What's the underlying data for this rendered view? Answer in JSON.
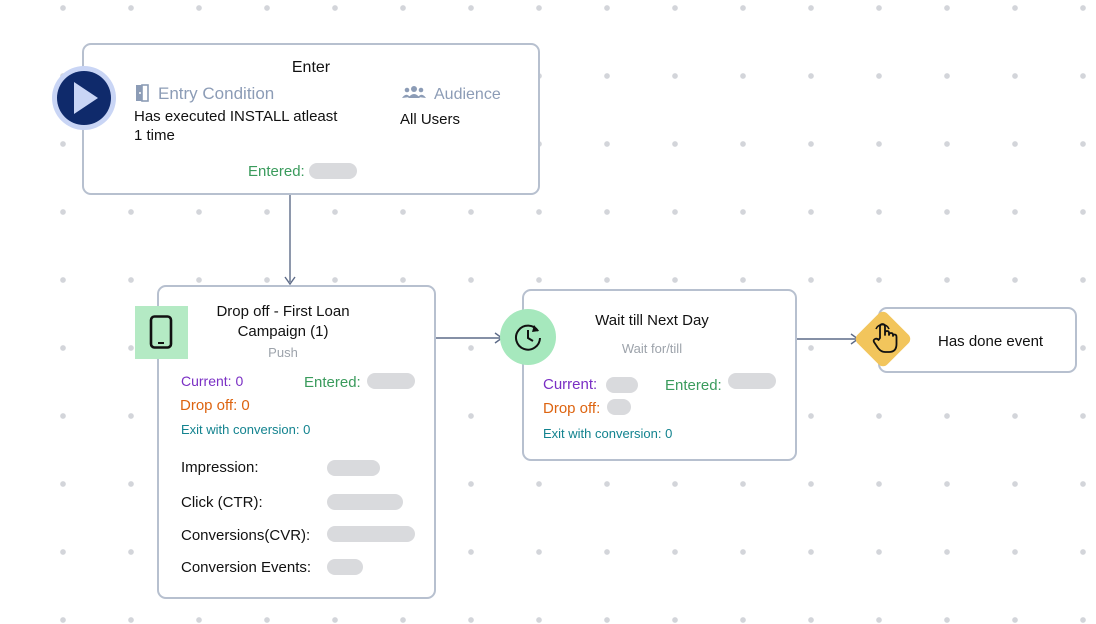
{
  "enter": {
    "title": "Enter",
    "entry_condition_label": "Entry Condition",
    "condition_line1": "Has executed INSTALL atleast",
    "condition_line2": "1 time",
    "audience_label": "Audience",
    "audience_value": "All Users",
    "entered_label": "Entered:"
  },
  "push": {
    "title_line1": "Drop off - First Loan",
    "title_line2": "Campaign (1)",
    "subtitle": "Push",
    "current_label": "Current: 0",
    "entered_label": "Entered:",
    "dropoff_label": "Drop off: 0",
    "exit_label": "Exit with conversion: 0",
    "impression_label": "Impression:",
    "click_label": "Click (CTR):",
    "conversions_label": "Conversions(CVR):",
    "conversion_events_label": "Conversion Events:"
  },
  "wait": {
    "title": "Wait till Next Day",
    "subtitle": "Wait for/till",
    "current_label": "Current:",
    "entered_label": "Entered:",
    "dropoff_label": "Drop off:",
    "exit_label": "Exit with conversion: 0"
  },
  "event": {
    "title": "Has done event"
  },
  "colors": {
    "play_button": "#0f2a6b",
    "play_ring": "#c9d5f5",
    "push_icon_bg": "#b4eac4",
    "wait_icon_bg": "#a6e8bd",
    "event_icon_bg": "#f2c55c",
    "entered_green": "#3a9b5c",
    "current_purple": "#7a2fc4",
    "dropoff_orange": "#dd6410",
    "exit_teal": "#13838f"
  },
  "icons": {
    "play": "play-icon",
    "entry": "door-icon",
    "audience": "users-icon",
    "push": "mobile-phone-icon",
    "wait": "clock-icon",
    "event": "hand-pointer-icon"
  }
}
